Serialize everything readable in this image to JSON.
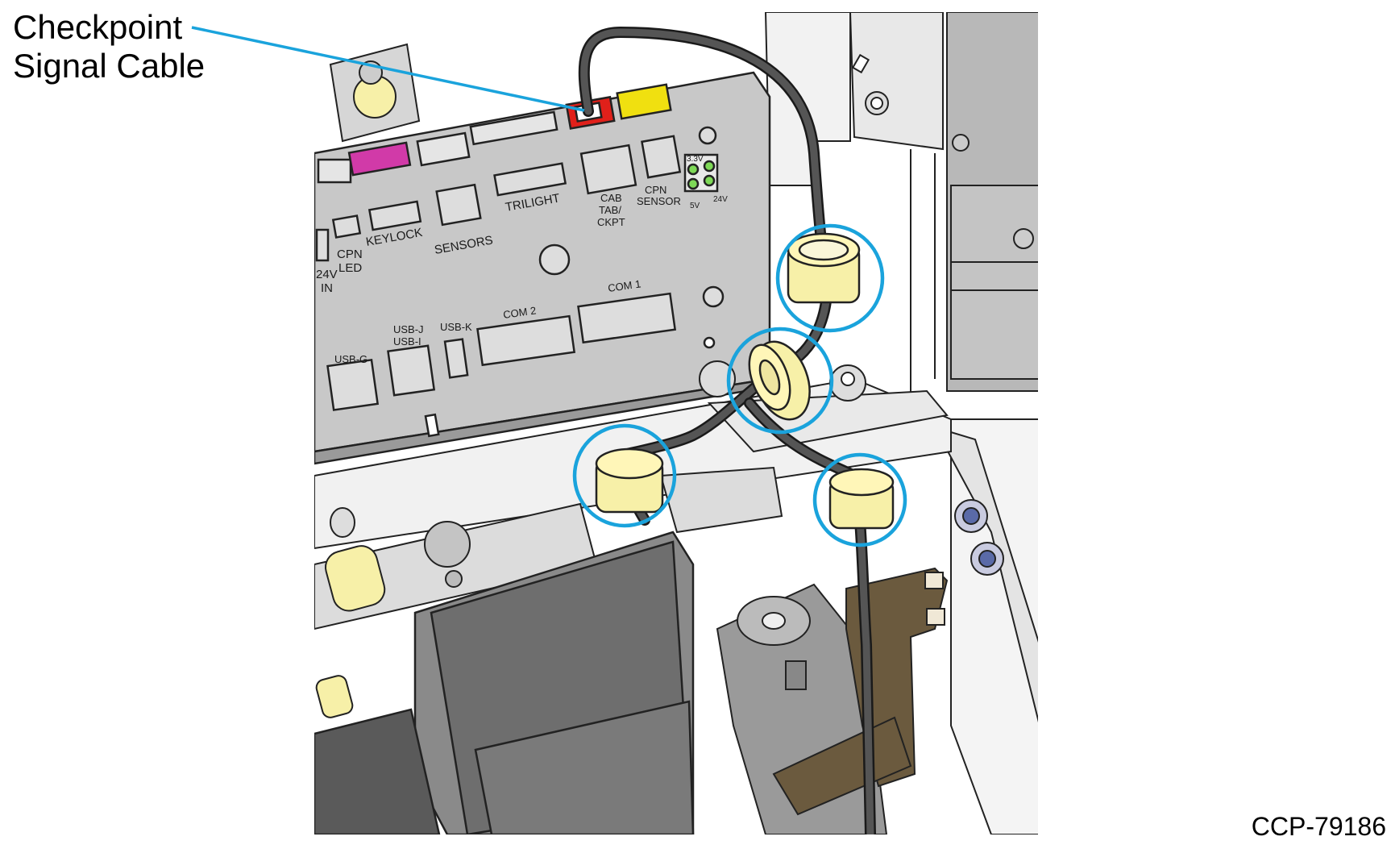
{
  "callout": {
    "line1": "Checkpoint",
    "line2": "Signal Cable",
    "color": "#1aa3dc"
  },
  "doc_id": "CCP-79186",
  "panel_labels": {
    "in24v": "24V IN",
    "in24v_top": "24V",
    "in24v_bottom": "IN",
    "cpn_led_top": "CPN",
    "cpn_led_bottom": "LED",
    "keylock": "KEYLOCK",
    "sensors": "SENSORS",
    "trilight": "TRILIGHT",
    "cab_tab_ckpt_1": "CAB",
    "cab_tab_ckpt_2": "TAB/",
    "cab_tab_ckpt_3": "CKPT",
    "cpn_sensor_1": "CPN",
    "cpn_sensor_2": "SENSOR",
    "v33": "3.3V",
    "v5": "5V",
    "v24": "24V",
    "usb_g": "USB-G",
    "usb_j": "USB-J",
    "usb_i": "USB-I",
    "usb_k": "USB-K",
    "com2": "COM 2",
    "com1": "COM 1"
  },
  "colors": {
    "ferrite": "#f7f0a8",
    "highlight_circle": "#1aa3dc",
    "panel": "#c8c8c8",
    "cable": "#3a3a3a",
    "bracket_brown": "#6b5a3e",
    "connector_red": "#e0201a",
    "connector_yellow": "#f0e010",
    "connector_magenta": "#d13aa8",
    "led_green": "#7ed957"
  }
}
